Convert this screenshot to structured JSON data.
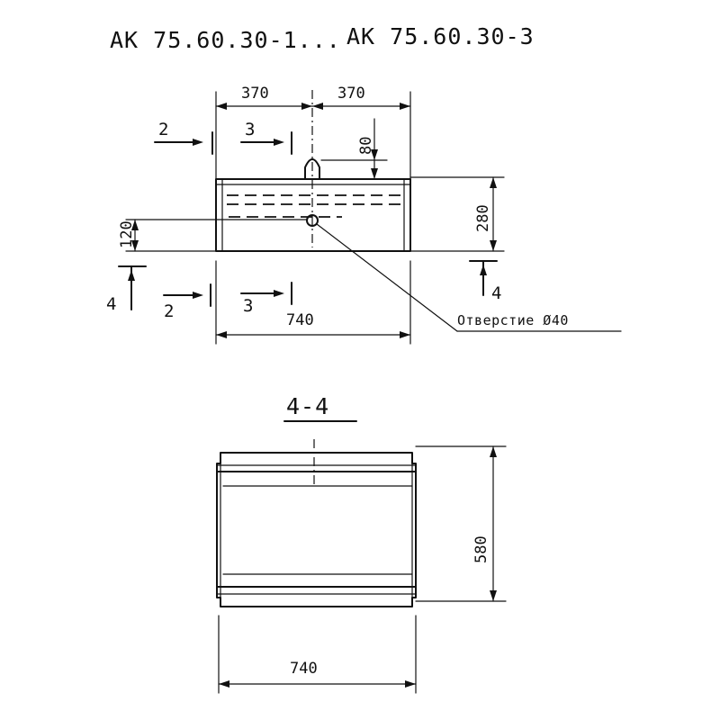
{
  "title": {
    "left": "АК 75.60.30-1...",
    "right": "АК 75.60.30-3"
  },
  "plan": {
    "dim_half_left": "370",
    "dim_half_right": "370",
    "dim_loop_height": "80",
    "dim_height": "280",
    "dim_hole_height": "120",
    "dim_length": "740",
    "hole_note": "Отверстие Ø40",
    "section_2": "2",
    "section_3": "3",
    "section_4": "4"
  },
  "section": {
    "title": "4-4",
    "dim_height": "580",
    "dim_length": "740"
  }
}
